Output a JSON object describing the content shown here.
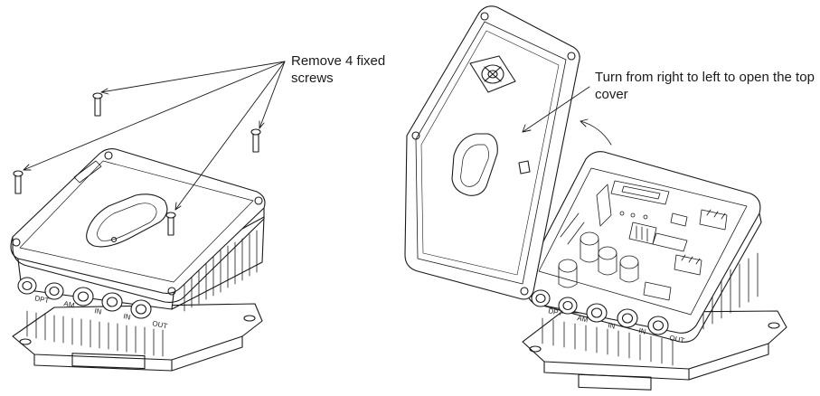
{
  "annotations": {
    "remove_screws": [
      "Remove 4 fixed",
      "screws"
    ],
    "open_cover": [
      "Turn from right to left to open the top",
      "cover"
    ]
  },
  "port_labels": [
    "DPT",
    "AM",
    "IN",
    "IN",
    "OUT"
  ],
  "colors": {
    "stroke": "#1a1a1a",
    "background": "#ffffff"
  }
}
